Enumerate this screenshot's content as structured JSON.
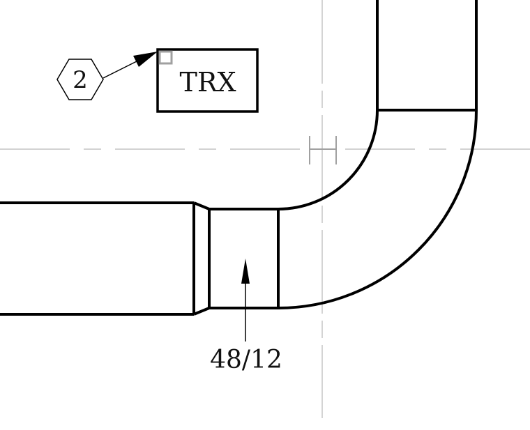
{
  "tag": {
    "number": "2"
  },
  "label_box": {
    "text": "TRX"
  },
  "dimension": {
    "text": "48/12"
  }
}
